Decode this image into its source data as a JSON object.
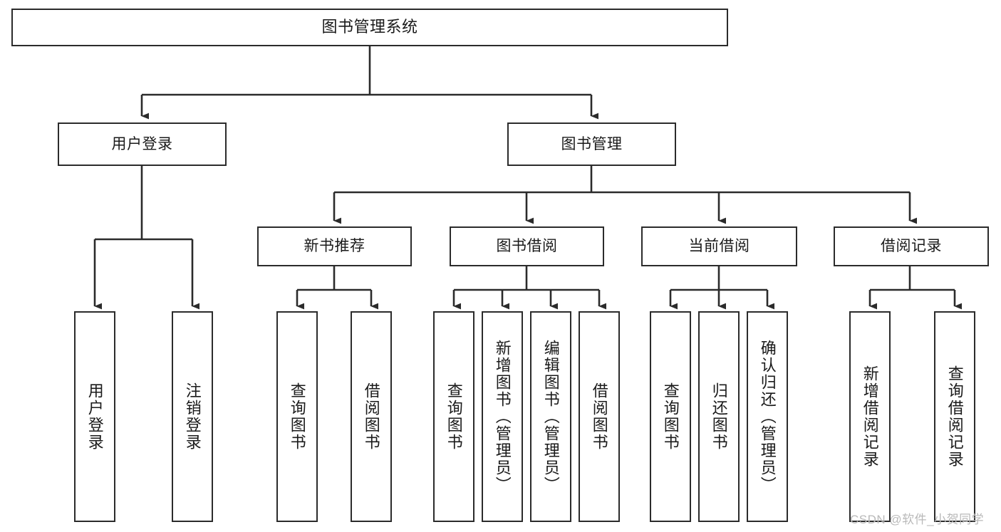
{
  "diagram": {
    "title": "图书管理系统",
    "type": "tree-hierarchy",
    "orientation": "top-down",
    "colors": {
      "node_border": "#2b2b2b",
      "node_fill": "#ffffff",
      "edge": "#2b2b2b",
      "text": "#1a1a1a",
      "watermark": "#b9b9b9",
      "background": "#ffffff"
    }
  },
  "root": {
    "label": "图书管理系统"
  },
  "level1": [
    {
      "id": "user-login",
      "label": "用户登录"
    },
    {
      "id": "book-management",
      "label": "图书管理"
    }
  ],
  "level2": [
    {
      "id": "new-book-recommend",
      "label": "新书推荐"
    },
    {
      "id": "book-borrow",
      "label": "图书借阅"
    },
    {
      "id": "current-borrow",
      "label": "当前借阅"
    },
    {
      "id": "borrow-record",
      "label": "借阅记录"
    }
  ],
  "leaves": {
    "user_login": [
      {
        "id": "leaf-user-login",
        "label": "用户登录"
      },
      {
        "id": "leaf-logout-login",
        "label": "注销登录"
      }
    ],
    "new_book_recommend": [
      {
        "id": "leaf-query-book-1",
        "label": "查询图书"
      },
      {
        "id": "leaf-borrow-book-1",
        "label": "借阅图书"
      }
    ],
    "book_borrow": [
      {
        "id": "leaf-query-book-2",
        "label": "查询图书"
      },
      {
        "id": "leaf-add-book-admin",
        "label": "新增图书（管理员）"
      },
      {
        "id": "leaf-edit-book-admin",
        "label": "编辑图书（管理员）"
      },
      {
        "id": "leaf-borrow-book-2",
        "label": "借阅图书"
      }
    ],
    "current_borrow": [
      {
        "id": "leaf-query-book-3",
        "label": "查询图书"
      },
      {
        "id": "leaf-return-book",
        "label": "归还图书"
      },
      {
        "id": "leaf-confirm-return-admin",
        "label": "确认归还（管理员）"
      }
    ],
    "borrow_record": [
      {
        "id": "leaf-add-borrow-record",
        "label": "新增借阅记录"
      },
      {
        "id": "leaf-query-borrow-record",
        "label": "查询借阅记录"
      }
    ]
  },
  "watermark": {
    "text": "CSDN @软件_小贺同学"
  }
}
